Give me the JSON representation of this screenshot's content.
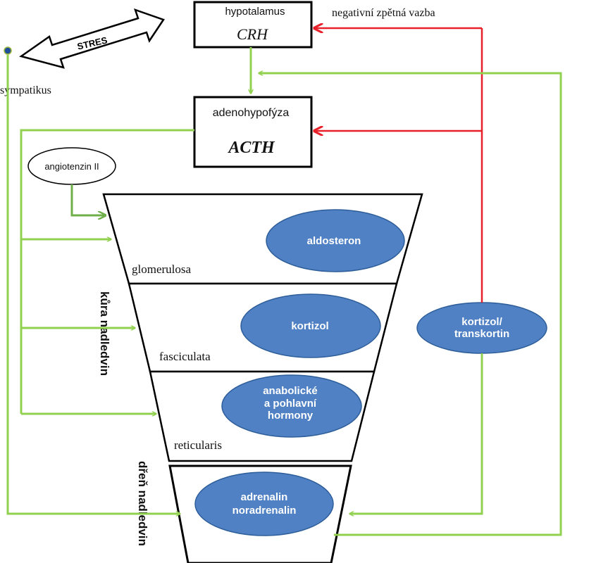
{
  "stress": {
    "label": "STRES"
  },
  "sympathetic": {
    "label": "sympatikus"
  },
  "hypothalamus": {
    "title": "hypotalamus",
    "hormone": "CRH"
  },
  "feedback": {
    "label": "negativní zpětná vazba"
  },
  "adenohypophysis": {
    "title": "adenohypofýza",
    "hormone": "ACTH"
  },
  "angiotensin": {
    "label": "angiotenzin II"
  },
  "cortex": {
    "label": "kůra nadledvin",
    "zones": [
      {
        "name": "glomerulosa",
        "product": [
          "aldosteron"
        ]
      },
      {
        "name": "fasciculata",
        "product": [
          "kortizol"
        ]
      },
      {
        "name": "reticularis",
        "product": [
          "anabolické",
          "a pohlavní",
          "hormony"
        ]
      }
    ]
  },
  "medulla": {
    "label": "dřeň nadledvin",
    "product": [
      "adrenalin",
      "noradrenalin"
    ]
  },
  "transport": {
    "label": [
      "kortizol/",
      "transkortin"
    ]
  },
  "colors": {
    "green": "#92D050",
    "red": "#E8202A",
    "blue": "#4F81C4",
    "ellipse_border": "#2E5E9A"
  }
}
